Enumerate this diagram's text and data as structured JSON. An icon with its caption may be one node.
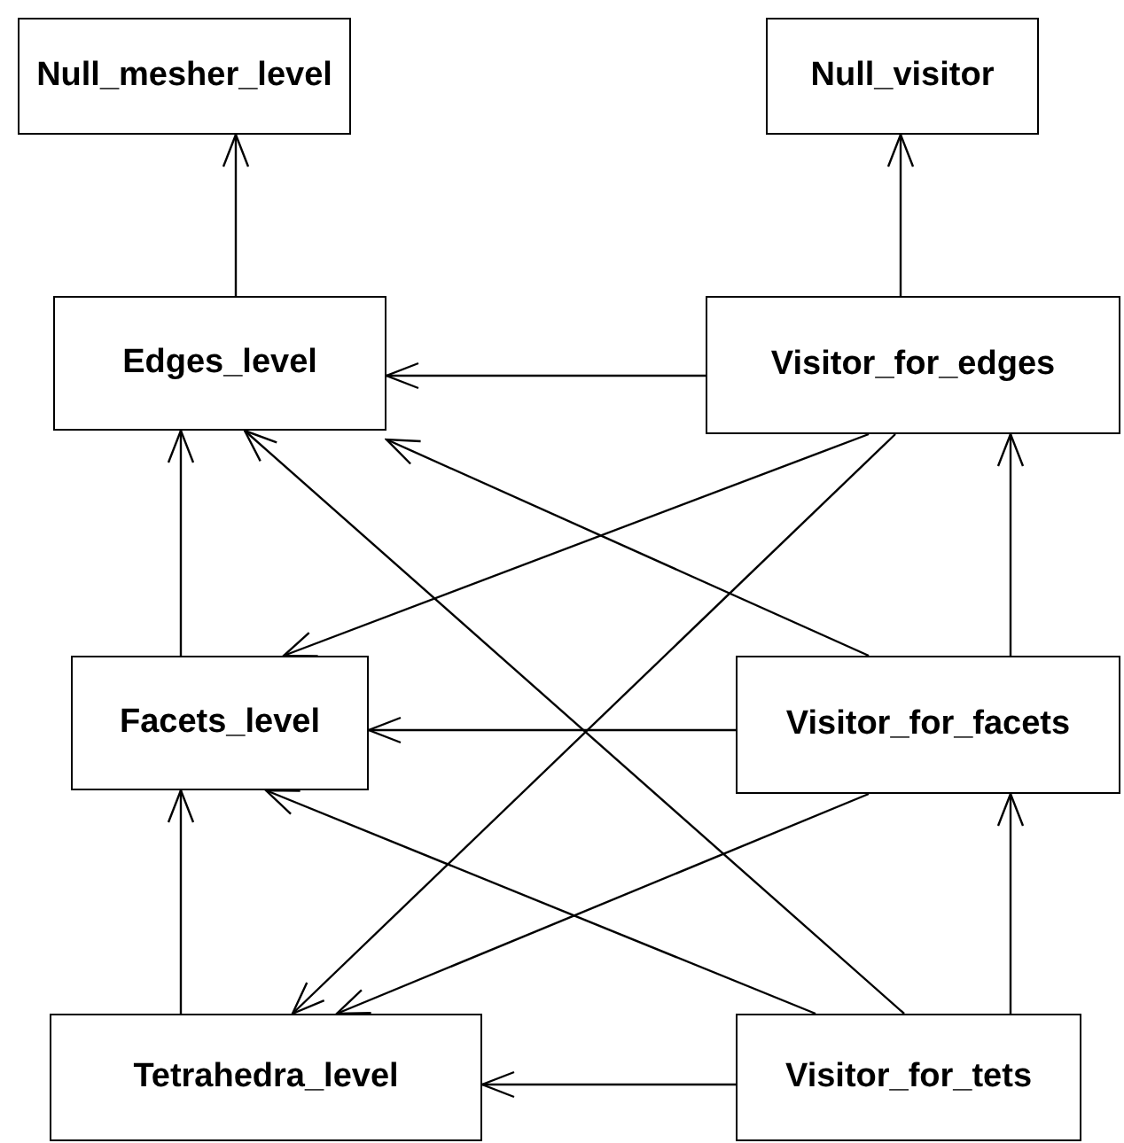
{
  "diagram": {
    "nodes": [
      {
        "text": [
          "Null_mesher_level"
        ]
      },
      {
        "text": [
          "Null_visitor"
        ]
      },
      {
        "text": [
          "Edges_level"
        ]
      },
      {
        "text": [
          "Visitor_for_edges"
        ]
      },
      {
        "text": [
          "Facets_level"
        ]
      },
      {
        "text": [
          "Visitor_for_facets"
        ]
      },
      {
        "text": [
          "Tetrahedra_level"
        ]
      },
      {
        "text": [
          "Visitor_for_tets"
        ]
      }
    ],
    "edges": [
      {
        "from": 2,
        "to": 0,
        "arrow": "to"
      },
      {
        "from": 3,
        "to": 1,
        "arrow": "to"
      },
      {
        "from": 3,
        "to": 2,
        "arrow": "to"
      },
      {
        "from": 4,
        "to": 2,
        "arrow": "to"
      },
      {
        "from": 5,
        "to": 2,
        "arrow": "to"
      },
      {
        "from": 7,
        "to": 2,
        "arrow": "to"
      },
      {
        "from": 3,
        "to": 4,
        "arrow": "to"
      },
      {
        "from": 3,
        "to": 6,
        "arrow": "to"
      },
      {
        "from": 5,
        "to": 3,
        "arrow": "to"
      },
      {
        "from": 5,
        "to": 4,
        "arrow": "to"
      },
      {
        "from": 5,
        "to": 6,
        "arrow": "to"
      },
      {
        "from": 6,
        "to": 4,
        "arrow": "to"
      },
      {
        "from": 7,
        "to": 4,
        "arrow": "to"
      },
      {
        "from": 7,
        "to": 5,
        "arrow": "to"
      },
      {
        "from": 7,
        "to": 6,
        "arrow": "to"
      }
    ]
  }
}
